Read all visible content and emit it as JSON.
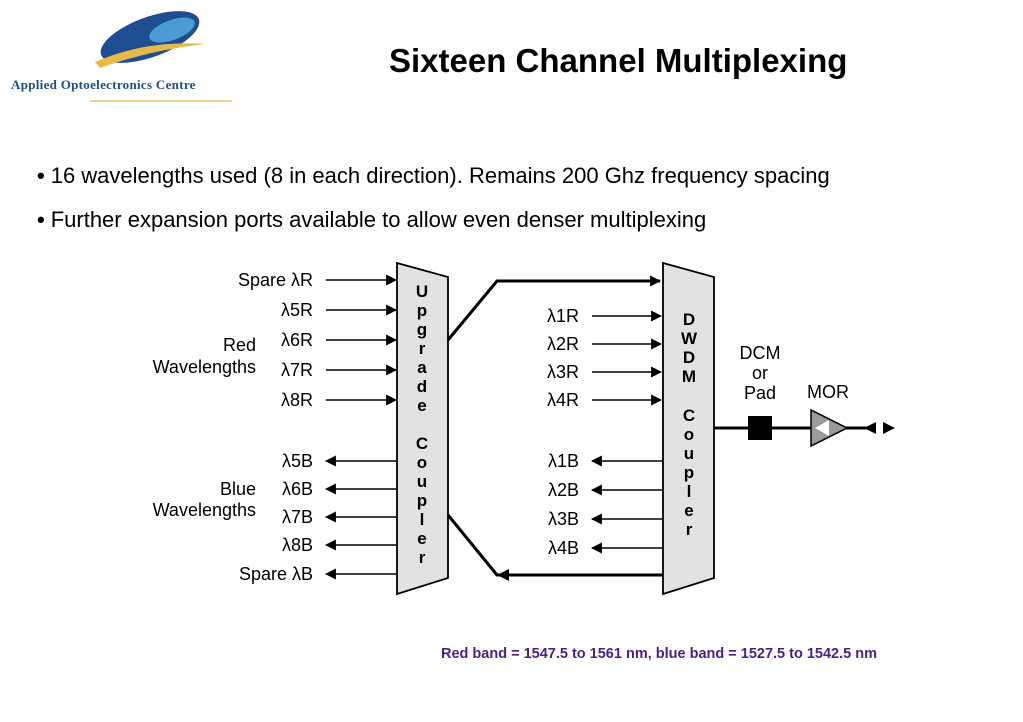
{
  "header": {
    "logo_text": "Applied Optoelectronics Centre",
    "title": "Sixteen Channel Multiplexing"
  },
  "bullets": [
    "16 wavelengths used (8 in each direction). Remains 200 Ghz frequency spacing",
    "Further expansion ports available to allow even denser multiplexing"
  ],
  "diagram": {
    "group_labels": {
      "red": [
        "Red",
        "Wavelengths"
      ],
      "blue": [
        "Blue",
        "Wavelengths"
      ]
    },
    "left_inputs": [
      "Spare λR",
      "λ5R",
      "λ6R",
      "λ7R",
      "λ8R"
    ],
    "left_outputs": [
      "λ5B",
      "λ6B",
      "λ7B",
      "λ8B",
      "Spare λB"
    ],
    "upgrade_coupler_letters": [
      "U",
      "p",
      "g",
      "r",
      "a",
      "d",
      "e",
      "",
      "C",
      "o",
      "u",
      "p",
      "l",
      "e",
      "r"
    ],
    "mid_inputs": [
      "λ1R",
      "λ2R",
      "λ3R",
      "λ4R"
    ],
    "mid_outputs": [
      "λ1B",
      "λ2B",
      "λ3B",
      "λ4B"
    ],
    "dwdm_letters": [
      "D",
      "W",
      "D",
      "M",
      "",
      "C",
      "o",
      "u",
      "p",
      "l",
      "e",
      "r"
    ],
    "dcm_label": [
      "DCM",
      "or",
      "Pad"
    ],
    "mor_label": "MOR"
  },
  "footnote": "Red band = 1547.5 to 1561 nm, blue band = 1527.5 to 1542.5 nm",
  "colors": {
    "logo_dark": "#1d4e8f",
    "logo_light": "#4a9bd6",
    "logo_swoosh": "#e8b84a",
    "coupler_fill": "#e2e2e2",
    "mor_fill": "#9a9a9a",
    "footnote": "#4b1e8e"
  }
}
